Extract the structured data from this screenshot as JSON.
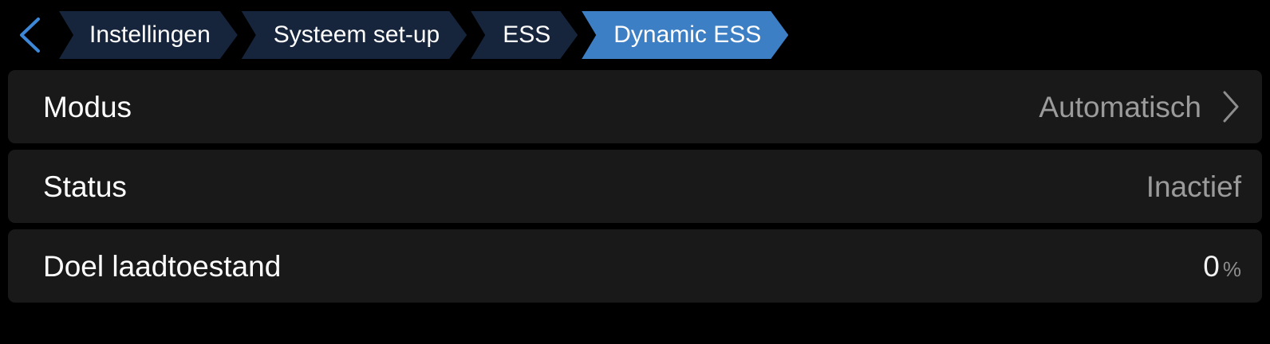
{
  "colors": {
    "background": "#000000",
    "crumb_inactive": "#16253c",
    "crumb_active": "#3d7fc4",
    "card": "#191919",
    "accent_blue": "#3d87d8",
    "label_text": "#ffffff",
    "value_text": "#9b9b9b"
  },
  "header": {
    "back_icon": "chevron-left-icon",
    "breadcrumbs": [
      {
        "label": "Instellingen",
        "active": false
      },
      {
        "label": "Systeem set-up",
        "active": false
      },
      {
        "label": "ESS",
        "active": false
      },
      {
        "label": "Dynamic ESS",
        "active": true
      }
    ]
  },
  "main": {
    "rows": [
      {
        "label": "Modus",
        "value": "Automatisch",
        "unit": "",
        "has_chevron": true,
        "chevron_icon": "chevron-right-icon"
      },
      {
        "label": "Status",
        "value": "Inactief",
        "unit": "",
        "has_chevron": false,
        "chevron_icon": ""
      },
      {
        "label": "Doel laadtoestand",
        "value": "0",
        "unit": "%",
        "has_chevron": false,
        "chevron_icon": ""
      }
    ]
  }
}
